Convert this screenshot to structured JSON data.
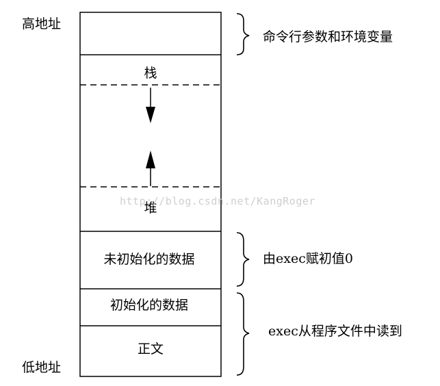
{
  "address_labels": {
    "high": "高地址",
    "low": "低地址"
  },
  "segments": {
    "stack": "栈",
    "heap": "堆",
    "bss": "未初始化的数据",
    "data": "初始化的数据",
    "text": "正文"
  },
  "annotations": {
    "args_env": "命令行参数和环境变量",
    "bss_note": "由exec赋初值0",
    "exec_read": "exec从程序文件中读到"
  },
  "watermark": "http://blog.csdn.net/KangRoger"
}
